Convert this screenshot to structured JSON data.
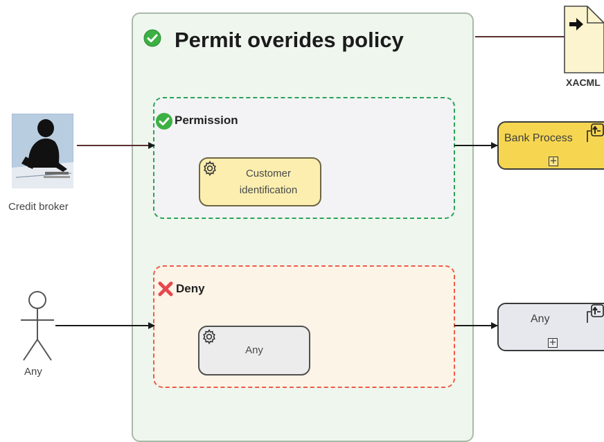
{
  "policy": {
    "title": "Permit overides policy",
    "status_icon": "check-circle-icon"
  },
  "regions": {
    "permission": {
      "label": "Permission",
      "status_icon": "check-circle-icon"
    },
    "deny": {
      "label": "Deny",
      "status_icon": "cross-icon"
    }
  },
  "tasks": {
    "customer_identification": {
      "line1": "Customer",
      "line2": "identification",
      "icon": "gear-icon"
    },
    "any": {
      "label": "Any",
      "icon": "gear-icon"
    }
  },
  "actors": {
    "credit_broker": {
      "label": "Credit broker",
      "icon": "person-at-desk-icon"
    },
    "any": {
      "label": "Any",
      "icon": "stick-figure-icon"
    }
  },
  "outputs": {
    "xacml": {
      "label": "XACML",
      "icon": "document-arrow-icon"
    },
    "bank_process": {
      "label": "Bank Process",
      "icon": "subprocess-icon"
    },
    "any_process": {
      "label": "Any",
      "icon": "subprocess-icon"
    }
  },
  "colors": {
    "policy_bg": "#eef6ee",
    "permission_border": "#27a454",
    "deny_border": "#ef5a48",
    "task_yellow": "#fbeeaf",
    "bank_process_fill": "#f6d651",
    "check_green": "#3cb043",
    "cross_red": "#e5484d"
  }
}
